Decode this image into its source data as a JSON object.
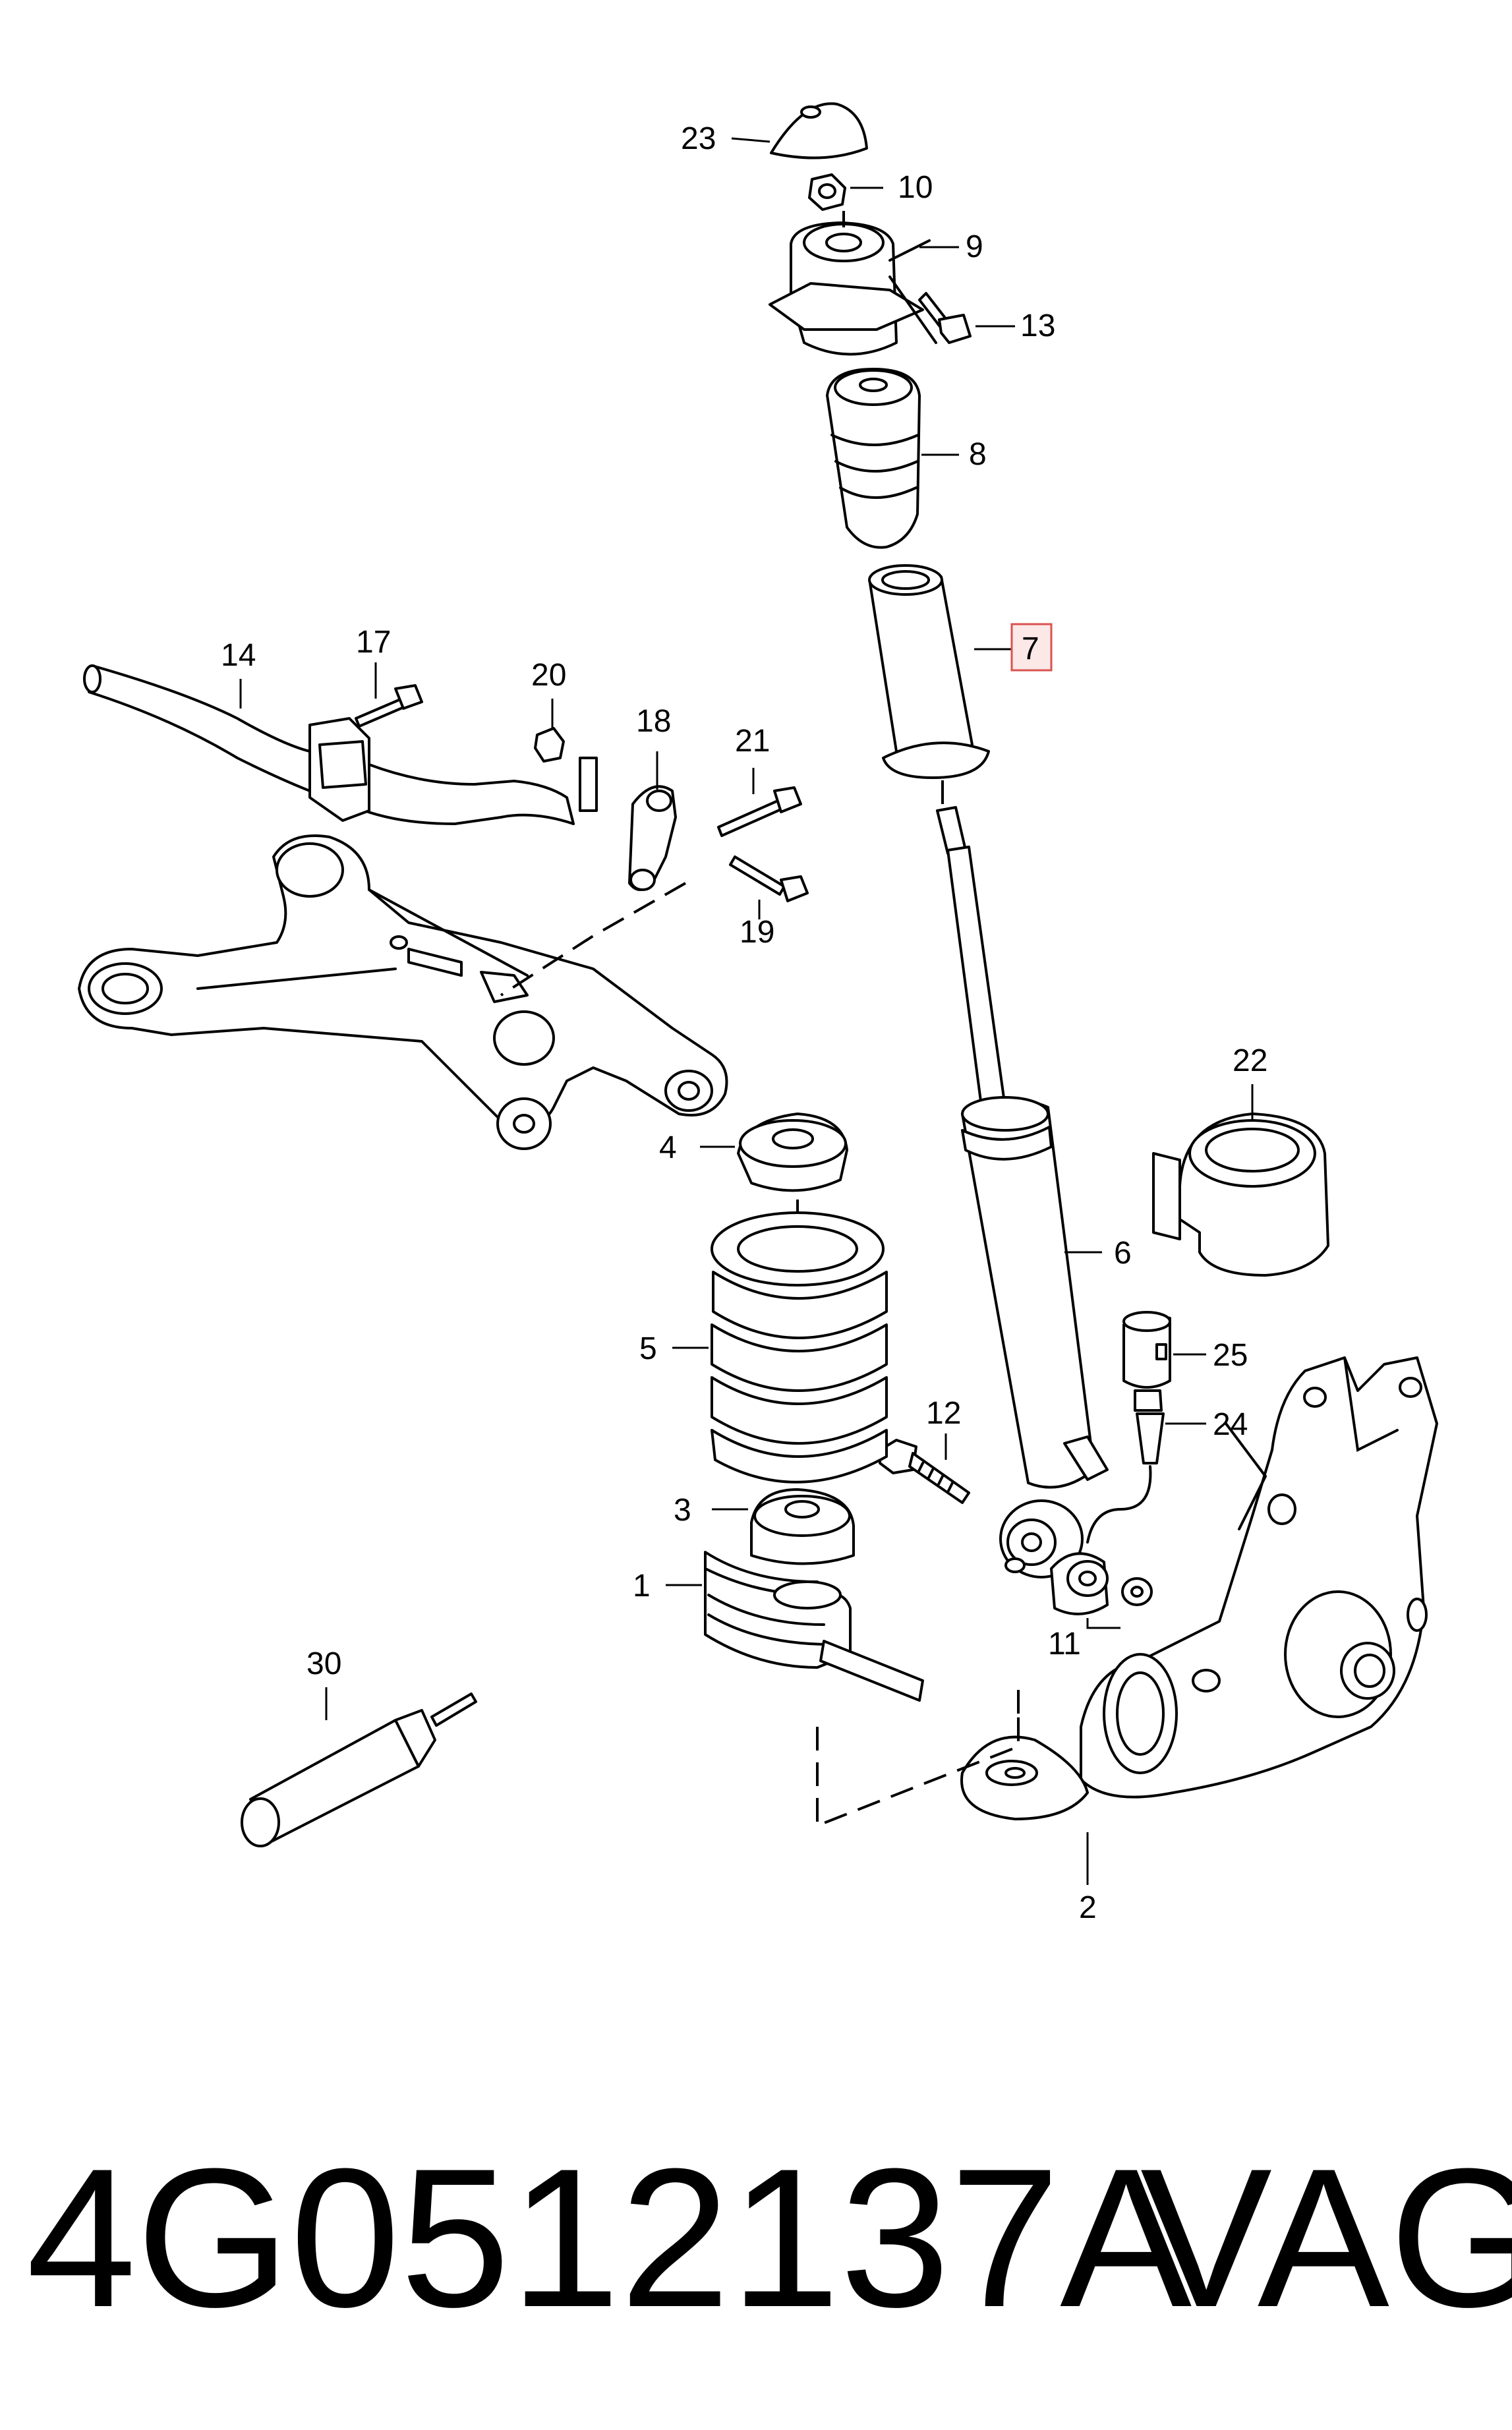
{
  "callouts": [
    {
      "id": "23",
      "label": "23"
    },
    {
      "id": "10",
      "label": "10"
    },
    {
      "id": "9",
      "label": "9"
    },
    {
      "id": "13",
      "label": "13"
    },
    {
      "id": "8",
      "label": "8"
    },
    {
      "id": "7",
      "label": "7",
      "highlighted": true
    },
    {
      "id": "14",
      "label": "14"
    },
    {
      "id": "17",
      "label": "17"
    },
    {
      "id": "20",
      "label": "20"
    },
    {
      "id": "18",
      "label": "18"
    },
    {
      "id": "21",
      "label": "21"
    },
    {
      "id": "19",
      "label": "19"
    },
    {
      "id": "22",
      "label": "22"
    },
    {
      "id": "4",
      "label": "4"
    },
    {
      "id": "6",
      "label": "6"
    },
    {
      "id": "5",
      "label": "5"
    },
    {
      "id": "25",
      "label": "25"
    },
    {
      "id": "24",
      "label": "24"
    },
    {
      "id": "12",
      "label": "12"
    },
    {
      "id": "3",
      "label": "3"
    },
    {
      "id": "1",
      "label": "1"
    },
    {
      "id": "11",
      "label": "11"
    },
    {
      "id": "30",
      "label": "30"
    },
    {
      "id": "2",
      "label": "2"
    }
  ],
  "highlight_color": "#d9534f",
  "highlight_fill": "#fde8e8",
  "part_number": "4G0512137A",
  "brand": "VAG"
}
